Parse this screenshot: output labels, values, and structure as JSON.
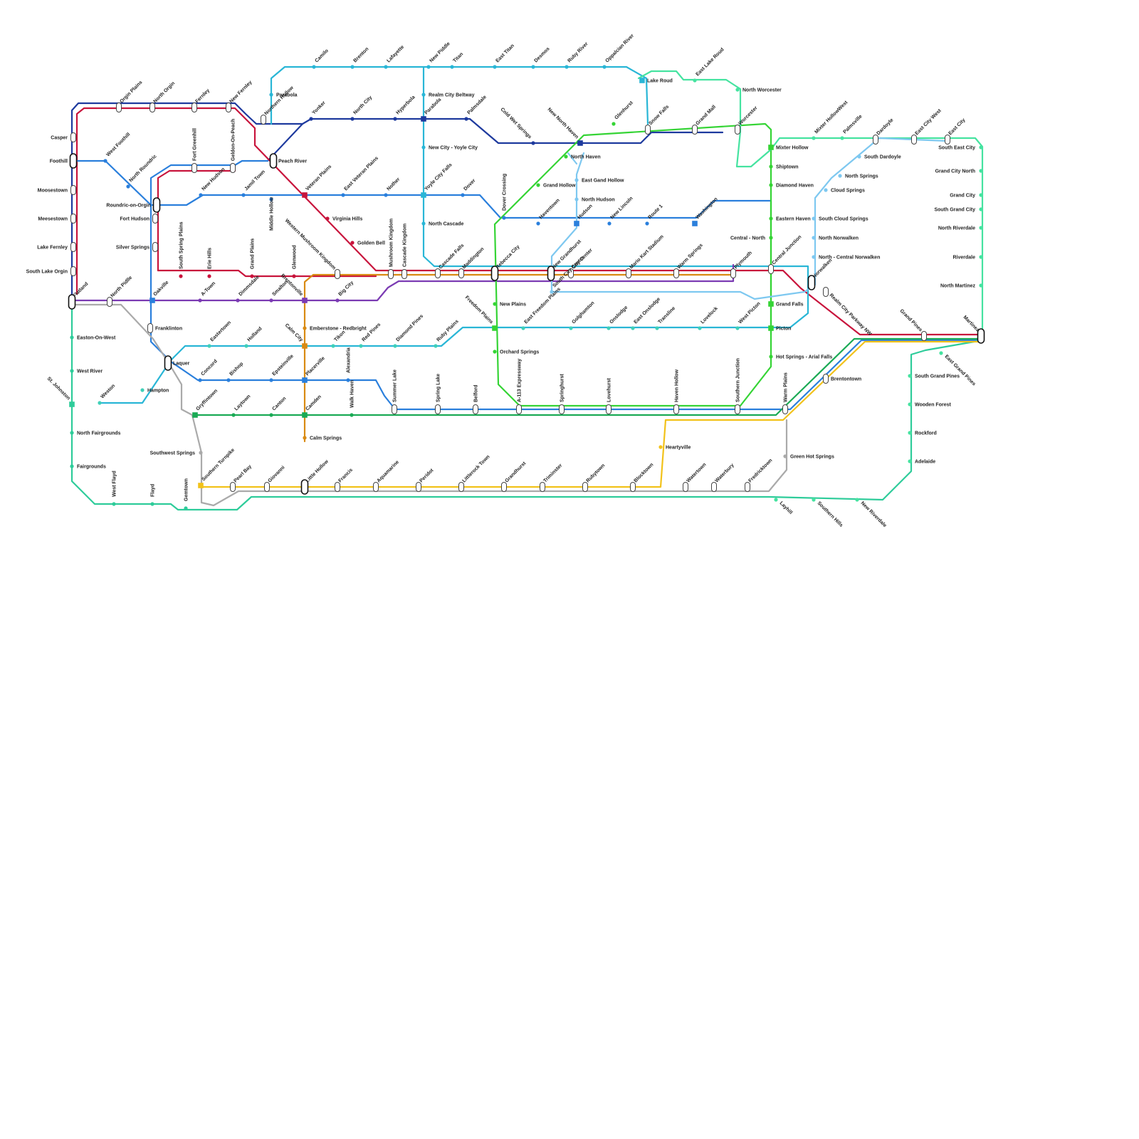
{
  "colors": {
    "navy": "#1e3a9e",
    "crimson": "#c8143c",
    "blue": "#2a7fdc",
    "cyan": "#29b6d6",
    "purple": "#7b3bb3",
    "orange": "#d98a12",
    "green": "#1aaa55",
    "lime": "#35d435",
    "teal": "#2ecc9a",
    "mint": "#45e3a0",
    "gray": "#aaaaaa",
    "yellow": "#f2c21a",
    "lightblue": "#7ec8f0",
    "seafoam": "#3fd0b8"
  },
  "stations": [
    {
      "name": "Orgin Plains",
      "color": "navy",
      "type": "interchange"
    },
    {
      "name": "North Orgin",
      "color": "navy",
      "type": "interchange"
    },
    {
      "name": "Fernley",
      "color": "navy",
      "type": "interchange"
    },
    {
      "name": "New Fernley",
      "color": "navy",
      "type": "interchange"
    },
    {
      "name": "Northern Hollow",
      "color": "navy",
      "type": "interchange"
    },
    {
      "name": "Casper",
      "color": "navy",
      "type": "interchange"
    },
    {
      "name": "Foothill",
      "color": "navy",
      "type": "major"
    },
    {
      "name": "Moosestown",
      "color": "navy",
      "type": "interchange"
    },
    {
      "name": "Meesestown",
      "color": "navy",
      "type": "interchange"
    },
    {
      "name": "Lake Fernley",
      "color": "navy",
      "type": "interchange"
    },
    {
      "name": "South Lake Orgin",
      "color": "navy",
      "type": "interchange"
    },
    {
      "name": "Flatland",
      "color": "navy",
      "type": "major"
    },
    {
      "name": "West Foothill",
      "color": "blue",
      "type": "tick"
    },
    {
      "name": "North Roundric",
      "color": "blue",
      "type": "tick"
    },
    {
      "name": "Roundric-on-Orgin",
      "color": "blue",
      "type": "major"
    },
    {
      "name": "Fort Hudson",
      "color": "blue",
      "type": "interchange"
    },
    {
      "name": "Silver Springs",
      "color": "blue",
      "type": "interchange"
    },
    {
      "name": "Fort Greenhill",
      "color": "crimson",
      "type": "interchange"
    },
    {
      "name": "Geldon-On-Peach",
      "color": "crimson",
      "type": "interchange"
    },
    {
      "name": "Peach River",
      "color": "navy",
      "type": "major"
    },
    {
      "name": "New Hudson",
      "color": "blue",
      "type": "tick"
    },
    {
      "name": "Jamil Town",
      "color": "blue",
      "type": "tick"
    },
    {
      "name": "Middle Hollow",
      "color": "blue",
      "type": "tick"
    },
    {
      "name": "Veteran Plains",
      "color": "crimson",
      "type": "square"
    },
    {
      "name": "East Veteran Plains",
      "color": "blue",
      "type": "tick"
    },
    {
      "name": "Nother",
      "color": "blue",
      "type": "tick"
    },
    {
      "name": "Yoyle City Falls",
      "color": "cyan",
      "type": "square"
    },
    {
      "name": "Dover",
      "color": "blue",
      "type": "tick"
    },
    {
      "name": "Virginia Hills",
      "color": "crimson",
      "type": "tick"
    },
    {
      "name": "Golden Bell",
      "color": "crimson",
      "type": "tick"
    },
    {
      "name": "South Spring Plains",
      "color": "crimson",
      "type": "tick"
    },
    {
      "name": "Erie Hills",
      "color": "crimson",
      "type": "tick"
    },
    {
      "name": "Grand Plains",
      "color": "crimson",
      "type": "tick"
    },
    {
      "name": "Glenwood",
      "color": "crimson",
      "type": "tick"
    },
    {
      "name": "Western Mushroom Kingdom",
      "color": "crimson",
      "type": "interchange"
    },
    {
      "name": "Mushroom Kingdom",
      "color": "crimson",
      "type": "interchange"
    },
    {
      "name": "Cascade Kingdom",
      "color": "crimson",
      "type": "interchange"
    },
    {
      "name": "Cascade Falls",
      "color": "crimson",
      "type": "interchange"
    },
    {
      "name": "Maddington",
      "color": "crimson",
      "type": "interchange"
    },
    {
      "name": "Rebecca City",
      "color": "crimson",
      "type": "major"
    },
    {
      "name": "New Grandhurst",
      "color": "crimson",
      "type": "major"
    },
    {
      "name": "City Center",
      "color": "crimson",
      "type": "interchange"
    },
    {
      "name": "Mario Kart Stadium",
      "color": "crimson",
      "type": "interchange"
    },
    {
      "name": "Warm Springs",
      "color": "crimson",
      "type": "interchange"
    },
    {
      "name": "Plymouth",
      "color": "crimson",
      "type": "interchange"
    },
    {
      "name": "Central Junction",
      "color": "crimson",
      "type": "interchange"
    },
    {
      "name": "Norwalken",
      "color": "crimson",
      "type": "major"
    },
    {
      "name": "Realm City Parkway NW",
      "color": "crimson",
      "type": "interchange"
    },
    {
      "name": "Grand Pines",
      "color": "crimson",
      "type": "interchange"
    },
    {
      "name": "Martinez",
      "color": "crimson",
      "type": "major"
    },
    {
      "name": "North Pidlle",
      "color": "purple",
      "type": "interchange"
    },
    {
      "name": "Oakville",
      "color": "blue",
      "type": "square"
    },
    {
      "name": "A-Town",
      "color": "purple",
      "type": "tick"
    },
    {
      "name": "Dimmsdale",
      "color": "purple",
      "type": "tick"
    },
    {
      "name": "Smalton",
      "color": "purple",
      "type": "tick"
    },
    {
      "name": "Brentonville",
      "color": "purple",
      "type": "square"
    },
    {
      "name": "Big City",
      "color": "purple",
      "type": "tick"
    },
    {
      "name": "Franklinton",
      "color": "gray",
      "type": "interchange"
    },
    {
      "name": "Laquer",
      "color": "gray",
      "type": "major"
    },
    {
      "name": "Easton-On-West",
      "color": "teal",
      "type": "tick"
    },
    {
      "name": "West River",
      "color": "teal",
      "type": "tick"
    },
    {
      "name": "St. Johnston",
      "color": "teal",
      "type": "square"
    },
    {
      "name": "North Fairgrounds",
      "color": "teal",
      "type": "tick"
    },
    {
      "name": "Fairgrounds",
      "color": "teal",
      "type": "tick"
    },
    {
      "name": "West Flayd",
      "color": "teal",
      "type": "tick"
    },
    {
      "name": "Flayd",
      "color": "teal",
      "type": "tick"
    },
    {
      "name": "Gemtown",
      "color": "teal",
      "type": "tick"
    },
    {
      "name": "Weston",
      "color": "seafoam",
      "type": "tick"
    },
    {
      "name": "Hampton",
      "color": "seafoam",
      "type": "tick"
    },
    {
      "name": "Eastertown",
      "color": "seafoam",
      "type": "tick"
    },
    {
      "name": "Holland",
      "color": "seafoam",
      "type": "tick"
    },
    {
      "name": "Calm City",
      "color": "orange",
      "type": "square"
    },
    {
      "name": "Tikon",
      "color": "seafoam",
      "type": "tick"
    },
    {
      "name": "Red Pines",
      "color": "seafoam",
      "type": "tick"
    },
    {
      "name": "Diamond Pines",
      "color": "seafoam",
      "type": "tick"
    },
    {
      "name": "Ruby Plains",
      "color": "seafoam",
      "type": "tick"
    },
    {
      "name": "Emberstone - Redbright",
      "color": "orange",
      "type": "tick"
    },
    {
      "name": "Concord",
      "color": "blue",
      "type": "tick"
    },
    {
      "name": "Bishop",
      "color": "blue",
      "type": "tick"
    },
    {
      "name": "Epsteinville",
      "color": "blue",
      "type": "tick"
    },
    {
      "name": "Placerville",
      "color": "blue",
      "type": "square"
    },
    {
      "name": "Alexandria",
      "color": "blue",
      "type": "tick"
    },
    {
      "name": "Summer Lake",
      "color": "blue",
      "type": "interchange"
    },
    {
      "name": "Spring Lake",
      "color": "blue",
      "type": "interchange"
    },
    {
      "name": "Belford",
      "color": "blue",
      "type": "interchange"
    },
    {
      "name": "A-113 Expressway",
      "color": "blue",
      "type": "interchange"
    },
    {
      "name": "Springhurst",
      "color": "blue",
      "type": "interchange"
    },
    {
      "name": "Lovehurst",
      "color": "blue",
      "type": "interchange"
    },
    {
      "name": "Haven Hollow",
      "color": "blue",
      "type": "interchange"
    },
    {
      "name": "Southern Junction",
      "color": "blue",
      "type": "interchange"
    },
    {
      "name": "Warm Plains",
      "color": "blue",
      "type": "interchange"
    },
    {
      "name": "Gryffintown",
      "color": "green",
      "type": "square"
    },
    {
      "name": "Laytown",
      "color": "green",
      "type": "tick"
    },
    {
      "name": "Canton",
      "color": "green",
      "type": "tick"
    },
    {
      "name": "Camden",
      "color": "green",
      "type": "square"
    },
    {
      "name": "Walk Haven",
      "color": "green",
      "type": "tick"
    },
    {
      "name": "Calm Springs",
      "color": "orange",
      "type": "tick"
    },
    {
      "name": "Southwest Springs",
      "color": "gray",
      "type": "tick"
    },
    {
      "name": "Southern Turnpike",
      "color": "yellow",
      "type": "square"
    },
    {
      "name": "Pearl Bay",
      "color": "gray",
      "type": "interchange"
    },
    {
      "name": "Giovanni",
      "color": "gray",
      "type": "interchange"
    },
    {
      "name": "Little Hollow",
      "color": "gray",
      "type": "major"
    },
    {
      "name": "Francis",
      "color": "gray",
      "type": "interchange"
    },
    {
      "name": "Aquamarine",
      "color": "gray",
      "type": "interchange"
    },
    {
      "name": "Peridot",
      "color": "gray",
      "type": "interchange"
    },
    {
      "name": "Littlerock Town",
      "color": "gray",
      "type": "interchange"
    },
    {
      "name": "Grandhurst",
      "color": "gray",
      "type": "interchange"
    },
    {
      "name": "Triminster",
      "color": "gray",
      "type": "interchange"
    },
    {
      "name": "Rubytown",
      "color": "gray",
      "type": "interchange"
    },
    {
      "name": "Blocktown",
      "color": "gray",
      "type": "interchange"
    },
    {
      "name": "Watertown",
      "color": "gray",
      "type": "interchange"
    },
    {
      "name": "Waterbury",
      "color": "gray",
      "type": "interchange"
    },
    {
      "name": "Fredricktown",
      "color": "gray",
      "type": "interchange"
    },
    {
      "name": "Heartyville",
      "color": "yellow",
      "type": "tick"
    },
    {
      "name": "Green Hot Springs",
      "color": "gray",
      "type": "tick"
    },
    {
      "name": "Brentontown",
      "color": "yellow",
      "type": "interchange"
    },
    {
      "name": "Layhill",
      "color": "mint",
      "type": "tick"
    },
    {
      "name": "Southern Hills",
      "color": "mint",
      "type": "tick"
    },
    {
      "name": "New Riverdale",
      "color": "mint",
      "type": "tick"
    },
    {
      "name": "Parabola",
      "color": "cyan",
      "type": "tick"
    },
    {
      "name": "Camilo",
      "color": "cyan",
      "type": "tick"
    },
    {
      "name": "Brenton",
      "color": "cyan",
      "type": "tick"
    },
    {
      "name": "Lafayette",
      "color": "cyan",
      "type": "tick"
    },
    {
      "name": "New Piddle",
      "color": "cyan",
      "type": "tick"
    },
    {
      "name": "Titan",
      "color": "cyan",
      "type": "tick"
    },
    {
      "name": "East Titan",
      "color": "cyan",
      "type": "tick"
    },
    {
      "name": "Desmos",
      "color": "cyan",
      "type": "tick"
    },
    {
      "name": "Ruby River",
      "color": "cyan",
      "type": "tick"
    },
    {
      "name": "Oppalcian River",
      "color": "cyan",
      "type": "tick"
    },
    {
      "name": "Lake Roud",
      "color": "cyan",
      "type": "square"
    },
    {
      "name": "East Lake Roud",
      "color": "mint",
      "type": "tick"
    },
    {
      "name": "North Worcester",
      "color": "mint",
      "type": "tick"
    },
    {
      "name": "Worcester",
      "color": "navy",
      "type": "interchange"
    },
    {
      "name": "Grand Mall",
      "color": "navy",
      "type": "interchange"
    },
    {
      "name": "Snow Falls",
      "color": "navy",
      "type": "interchange"
    },
    {
      "name": "Glenhurst",
      "color": "lime",
      "type": "tick"
    },
    {
      "name": "Realm City Beltway",
      "color": "cyan",
      "type": "tick"
    },
    {
      "name": "New City - Yoyle City",
      "color": "cyan",
      "type": "tick"
    },
    {
      "name": "North Cascade",
      "color": "cyan",
      "type": "tick"
    },
    {
      "name": "Yonker",
      "color": "navy",
      "type": "tick"
    },
    {
      "name": "North City",
      "color": "navy",
      "type": "tick"
    },
    {
      "name": "Hyperbola",
      "color": "navy",
      "type": "tick"
    },
    {
      "name": "Parabola",
      "color": "navy",
      "type": "square"
    },
    {
      "name": "Palmsdale",
      "color": "navy",
      "type": "tick"
    },
    {
      "name": "Cold Wet Springs",
      "color": "navy",
      "type": "tick"
    },
    {
      "name": "New North Haven",
      "color": "navy",
      "type": "square"
    },
    {
      "name": "North Haven",
      "color": "lime",
      "type": "tick"
    },
    {
      "name": "East Gand Hollow",
      "color": "lightblue",
      "type": "tick"
    },
    {
      "name": "North Hudson",
      "color": "lightblue",
      "type": "tick"
    },
    {
      "name": "Grand Hollow",
      "color": "lime",
      "type": "tick"
    },
    {
      "name": "Dover Crossing",
      "color": "blue",
      "type": "tick"
    },
    {
      "name": "Haventown",
      "color": "blue",
      "type": "tick"
    },
    {
      "name": "Hudson",
      "color": "blue",
      "type": "square"
    },
    {
      "name": "New Lincoln",
      "color": "blue",
      "type": "tick"
    },
    {
      "name": "Route 1",
      "color": "blue",
      "type": "tick"
    },
    {
      "name": "Washington",
      "color": "blue",
      "type": "square"
    },
    {
      "name": "Mixter Hollow",
      "color": "lime",
      "type": "square"
    },
    {
      "name": "Shiptown",
      "color": "lime",
      "type": "tick"
    },
    {
      "name": "Diamond Haven",
      "color": "lime",
      "type": "tick"
    },
    {
      "name": "Eastern Haven",
      "color": "lime",
      "type": "tick"
    },
    {
      "name": "Central - North",
      "color": "lime",
      "type": "tick"
    },
    {
      "name": "Grand Falls",
      "color": "lime",
      "type": "square"
    },
    {
      "name": "Picton",
      "color": "lime",
      "type": "square"
    },
    {
      "name": "Hot Springs - Arial Falls",
      "color": "lime",
      "type": "tick"
    },
    {
      "name": "Mixter HollowWest",
      "color": "mint",
      "type": "tick"
    },
    {
      "name": "Palmsville",
      "color": "mint",
      "type": "tick"
    },
    {
      "name": "Dardoyle",
      "color": "lightblue",
      "type": "interchange"
    },
    {
      "name": "East City West",
      "color": "lightblue",
      "type": "interchange"
    },
    {
      "name": "East City",
      "color": "lightblue",
      "type": "interchange"
    },
    {
      "name": "South Dardoyle",
      "color": "lightblue",
      "type": "tick"
    },
    {
      "name": "North Springs",
      "color": "lightblue",
      "type": "tick"
    },
    {
      "name": "Cloud Springs",
      "color": "lightblue",
      "type": "tick"
    },
    {
      "name": "South Cloud Springs",
      "color": "lightblue",
      "type": "tick"
    },
    {
      "name": "North Norwalken",
      "color": "lightblue",
      "type": "tick"
    },
    {
      "name": "North - Central Norwalken",
      "color": "lightblue",
      "type": "tick"
    },
    {
      "name": "South East City",
      "color": "mint",
      "type": "tick"
    },
    {
      "name": "Grand City North",
      "color": "mint",
      "type": "tick"
    },
    {
      "name": "Grand City",
      "color": "mint",
      "type": "tick"
    },
    {
      "name": "South Grand City",
      "color": "mint",
      "type": "tick"
    },
    {
      "name": "North Riverdale",
      "color": "mint",
      "type": "tick"
    },
    {
      "name": "Riverdale",
      "color": "mint",
      "type": "tick"
    },
    {
      "name": "North Martinez",
      "color": "mint",
      "type": "tick"
    },
    {
      "name": "East Grand Pines",
      "color": "mint",
      "type": "tick"
    },
    {
      "name": "South Grand Pines",
      "color": "mint",
      "type": "tick"
    },
    {
      "name": "Wooden Forest",
      "color": "mint",
      "type": "tick"
    },
    {
      "name": "Rockford",
      "color": "mint",
      "type": "tick"
    },
    {
      "name": "Adelaide",
      "color": "mint",
      "type": "tick"
    },
    {
      "name": "New Plains",
      "color": "lime",
      "type": "tick"
    },
    {
      "name": "Freedom Plains",
      "color": "lime",
      "type": "square"
    },
    {
      "name": "Orchard Springs",
      "color": "lime",
      "type": "tick"
    },
    {
      "name": "East Freedom Plains",
      "color": "seafoam",
      "type": "tick"
    },
    {
      "name": "South City Center",
      "color": "lightblue",
      "type": "tick"
    },
    {
      "name": "Golghamton",
      "color": "seafoam",
      "type": "tick"
    },
    {
      "name": "Onslodge",
      "color": "seafoam",
      "type": "tick"
    },
    {
      "name": "East Onslodge",
      "color": "seafoam",
      "type": "tick"
    },
    {
      "name": "Transline",
      "color": "seafoam",
      "type": "tick"
    },
    {
      "name": "Lovelock",
      "color": "seafoam",
      "type": "tick"
    },
    {
      "name": "West Picton",
      "color": "seafoam",
      "type": "tick"
    }
  ]
}
